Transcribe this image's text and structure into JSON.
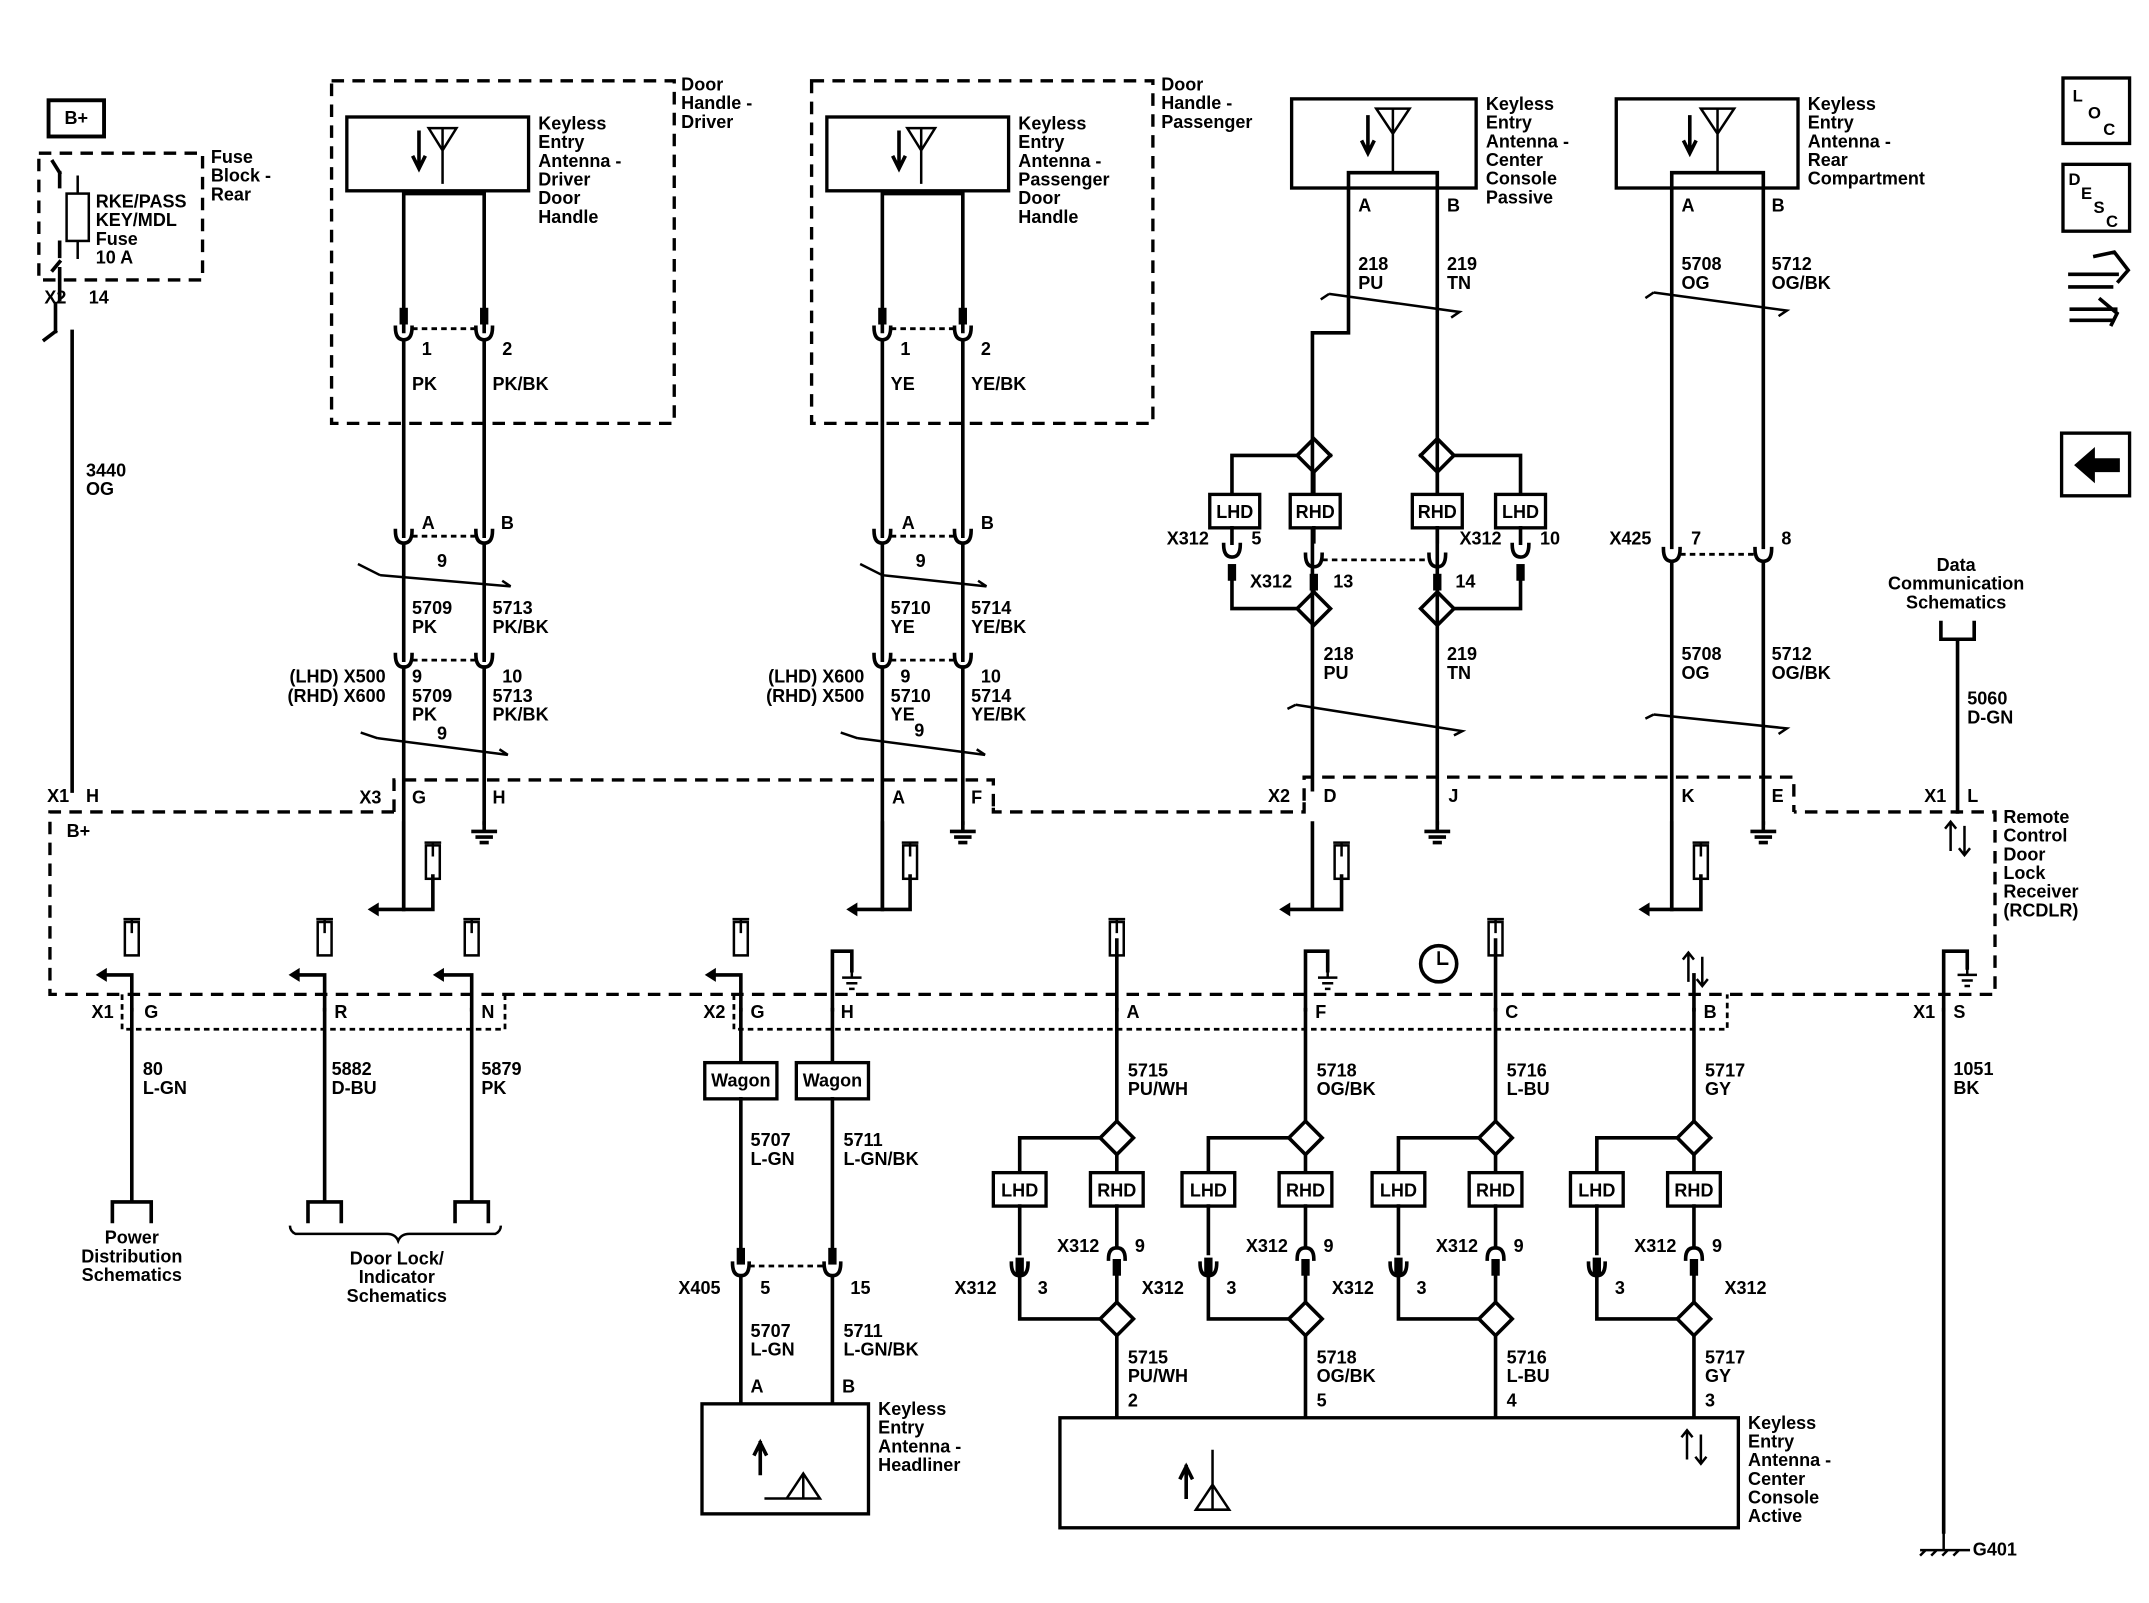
{
  "nav_icons": {
    "loc": {
      "name": "loc-icon",
      "label": "LOC"
    },
    "desc": {
      "name": "desc-icon",
      "label": "DESC"
    },
    "connector": {
      "name": "connector-view-icon"
    },
    "back": {
      "name": "back-arrow-icon"
    }
  },
  "supply": {
    "battery_label": "B+",
    "fuse_block": "Fuse\nBlock -\nRear",
    "fuse_name": "RKE/PASS\nKEY/MDL\nFuse\n10 A",
    "fuse_pins": [
      "X2",
      "14"
    ],
    "wire": [
      "3440",
      "OG"
    ],
    "rcdlr_pin": [
      "X1",
      "H",
      "B+"
    ]
  },
  "antennas": {
    "driver": {
      "area": "Door\nHandle -\nDriver",
      "name": "Keyless\nEntry\nAntenna -\nDriver\nDoor\nHandle"
    },
    "passenger": {
      "area": "Door\nHandle -\nPassenger",
      "name": "Keyless\nEntry\nAntenna -\nPassenger\nDoor\nHandle"
    },
    "center_passive": {
      "name": "Keyless\nEntry\nAntenna -\nCenter\nConsole\nPassive"
    },
    "rear": {
      "name": "Keyless\nEntry\nAntenna -\nRear\nCompartment"
    },
    "headliner": {
      "name": "Keyless\nEntry\nAntenna -\nHeadliner"
    },
    "center_active": {
      "name": "Keyless\nEntry\nAntenna -\nCenter\nConsole\nActive"
    }
  },
  "driver_circuit": {
    "pins": [
      "1",
      "2"
    ],
    "door_wires": [
      "PK",
      "PK/BK"
    ],
    "conn_pins": [
      "A",
      "B"
    ],
    "inline_pin": "9",
    "wires_a": [
      [
        "5709",
        "PK"
      ],
      [
        "5713",
        "PK/BK"
      ]
    ],
    "inline_conn": [
      "(LHD) X500",
      "(RHD) X600"
    ],
    "inline_pins": [
      "9",
      "10"
    ],
    "wires_b": [
      [
        "5709",
        "PK"
      ],
      [
        "5713",
        "PK/BK"
      ]
    ],
    "inline_pin_b": "9",
    "rcdlr_pins": [
      "X3",
      "G",
      "H"
    ]
  },
  "passenger_circuit": {
    "pins": [
      "1",
      "2"
    ],
    "door_wires": [
      "YE",
      "YE/BK"
    ],
    "conn_pins": [
      "A",
      "B"
    ],
    "inline_pin": "9",
    "wires_a": [
      [
        "5710",
        "YE"
      ],
      [
        "5714",
        "YE/BK"
      ]
    ],
    "inline_conn": [
      "(LHD) X600",
      "(RHD) X500"
    ],
    "inline_pins": [
      "9",
      "10"
    ],
    "wires_b": [
      [
        "5710",
        "YE"
      ],
      [
        "5714",
        "YE/BK"
      ]
    ],
    "inline_pin_b": "9",
    "rcdlr_pins": [
      "A",
      "F"
    ]
  },
  "center_passive_circuit": {
    "pins": [
      "A",
      "B"
    ],
    "wires_a": [
      [
        "218",
        "PU"
      ],
      [
        "219",
        "TN"
      ]
    ],
    "options": [
      "LHD",
      "RHD",
      "RHD",
      "LHD"
    ],
    "x312_labels": [
      "X312",
      "5",
      "X312",
      "13",
      "14",
      "X312",
      "10"
    ],
    "wires_b": [
      [
        "218",
        "PU"
      ],
      [
        "219",
        "TN"
      ]
    ],
    "rcdlr_pins": [
      "X2",
      "D",
      "J"
    ]
  },
  "rear_circuit": {
    "pins": [
      "A",
      "B"
    ],
    "wires_a": [
      [
        "5708",
        "OG"
      ],
      [
        "5712",
        "OG/BK"
      ]
    ],
    "inline_conn": "X425",
    "inline_pins": [
      "7",
      "8"
    ],
    "wires_b": [
      [
        "5708",
        "OG"
      ],
      [
        "5712",
        "OG/BK"
      ]
    ],
    "rcdlr_pins": [
      "K",
      "E"
    ]
  },
  "data_comm": {
    "label": "Data\nCommunication\nSchematics",
    "wire": [
      "5060",
      "D-GN"
    ],
    "rcdlr_pins": [
      "X1",
      "L"
    ]
  },
  "rcdlr": {
    "name": "Remote\nControl\nDoor\nLock\nReceiver\n(RCDLR)"
  },
  "outputs": {
    "x1_label": "X1",
    "pins": [
      "G",
      "R",
      "N"
    ],
    "wires": [
      [
        "80",
        "L-GN"
      ],
      [
        "5882",
        "D-BU"
      ],
      [
        "5879",
        "PK"
      ]
    ],
    "power_dist": "Power\nDistribution\nSchematics",
    "door_lock": "Door Lock/\nIndicator\nSchematics"
  },
  "headliner_circuit": {
    "x2_label": "X2",
    "pins": [
      "G",
      "H"
    ],
    "option": [
      "Wagon",
      "Wagon"
    ],
    "wires_a": [
      [
        "5707",
        "L-GN"
      ],
      [
        "5711",
        "L-GN/BK"
      ]
    ],
    "inline_conn": "X405",
    "inline_pins": [
      "5",
      "15"
    ],
    "wires_b": [
      [
        "5707",
        "L-GN"
      ],
      [
        "5711",
        "L-GN/BK"
      ]
    ],
    "antenna_pins": [
      "A",
      "B"
    ]
  },
  "active_circuit": {
    "pins": [
      "A",
      "F",
      "C",
      "B"
    ],
    "wires": [
      [
        "5715",
        "PU/WH"
      ],
      [
        "5718",
        "OG/BK"
      ],
      [
        "5716",
        "L-BU"
      ],
      [
        "5717",
        "GY"
      ]
    ],
    "options": [
      "LHD",
      "RHD"
    ],
    "x312": "X312",
    "lhd_pin": "3",
    "rhd_pin": "9",
    "antenna_pins": [
      "2",
      "5",
      "4",
      "3"
    ]
  },
  "ground": {
    "rcdlr_pins": [
      "X1",
      "S"
    ],
    "wire": [
      "1051",
      "BK"
    ],
    "ground_name": "G401"
  }
}
